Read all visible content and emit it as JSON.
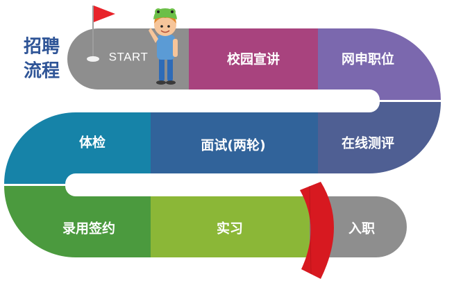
{
  "title": {
    "line1": "招聘",
    "line2": "流程",
    "color": "#2f5597"
  },
  "steps": [
    {
      "label": "START",
      "color": "#8e8e8e"
    },
    {
      "label": "校园宣讲",
      "color": "#a8437e"
    },
    {
      "label": "网申职位",
      "color": "#7b68ae"
    },
    {
      "label": "在线测评",
      "color": "#4f5f93"
    },
    {
      "label": "面试(两轮)",
      "color": "#31639a"
    },
    {
      "label": "体检",
      "color": "#1683a8"
    },
    {
      "label": "录用签约",
      "color": "#4b9a3e"
    },
    {
      "label": "实习",
      "color": "#8bb737"
    },
    {
      "label": "入职",
      "color": "#8e8e8e"
    }
  ],
  "finish_gate_color": "#d71920",
  "flag_color": "#e8232a",
  "icons": [
    "flag-icon",
    "mascot-character-icon",
    "finish-line-icon"
  ]
}
